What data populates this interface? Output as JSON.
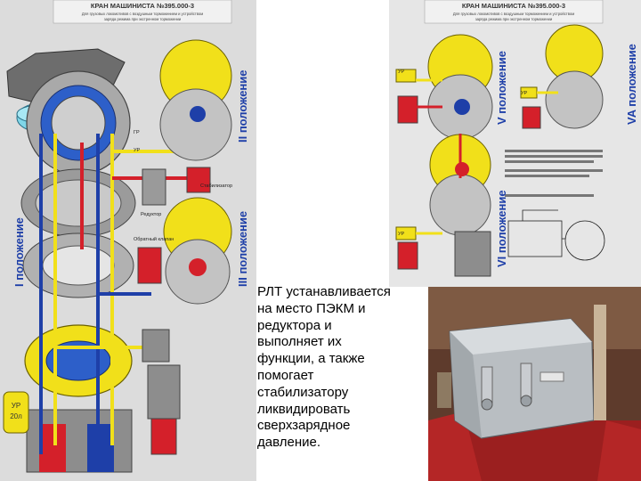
{
  "left_diagram": {
    "header_title": "КРАН МАШИНИСТА №395.000-3",
    "header_subtitle_1": "Для грузовых локомотивов с воздушным торможением и устройством",
    "header_subtitle_2": "заряда режима при экстренном торможении",
    "position_labels": {
      "pos1": "I положение",
      "pos2": "II положение",
      "pos3": "III положение"
    },
    "small_labels": {
      "gr": "ГР",
      "ur": "УР",
      "reductor": "Редуктор",
      "stabilizer": "Стабилизатор",
      "check_valve": "Обратный клапан",
      "ur_tank": "УР",
      "ur_volume": "20л"
    }
  },
  "right_diagram": {
    "header_title": "КРАН МАШИНИСТА №395.000-3",
    "header_subtitle_1": "Для грузовых локомотивов с воздушным торможением и устройством",
    "header_subtitle_2": "заряда режима при экстренном торможении",
    "position_labels": {
      "pos5": "V положение",
      "pos5a": "VA положение",
      "pos6": "VI положение"
    },
    "small_labels": {
      "ur": "УР",
      "ur2": "УР",
      "ur3": "УР"
    }
  },
  "caption": {
    "lines": [
      "РЛТ устанавливается",
      "на место ПЭКМ и",
      "редуктора и",
      "выполняет их",
      "функции, а также",
      "помогает",
      "стабилизатору",
      "ликвидировать",
      "сверхзарядное",
      "давление."
    ]
  },
  "colors": {
    "air_blue": "#1e3fa8",
    "air_red": "#d4202a",
    "body_yellow": "#f1e01a",
    "device_grey": "#8d8d8d"
  }
}
